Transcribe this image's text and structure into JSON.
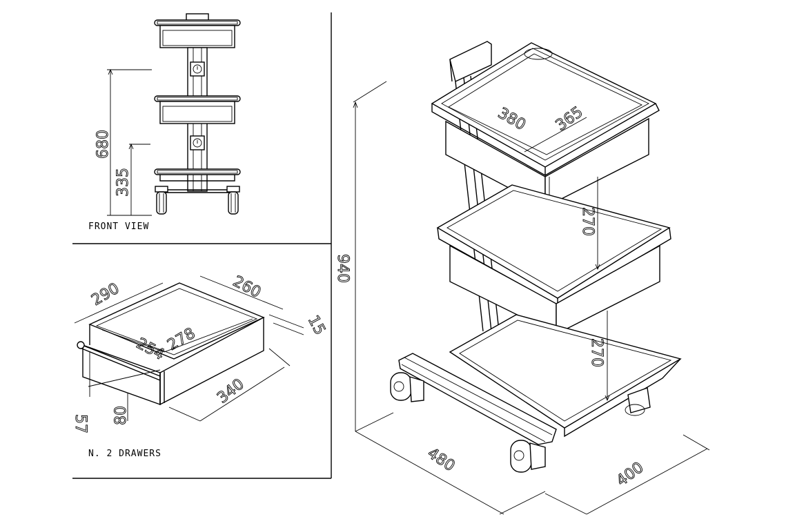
{
  "labels": {
    "front_view": "FRONT VIEW",
    "drawers": "N. 2 DRAWERS"
  },
  "front_view_dims": {
    "upper_height": "680",
    "lower_height": "335"
  },
  "drawer_dims": {
    "outer_depth": "290",
    "outer_width": "260",
    "inner_depth": "254",
    "inner_width": "278",
    "wall": "15",
    "front_width": "340",
    "height": "80",
    "front_height": "57"
  },
  "trolley_dims": {
    "total_height": "940",
    "tray_depth": "380",
    "tray_width": "365",
    "shelf_gap_upper": "270",
    "shelf_gap_lower": "270",
    "base_depth": "480",
    "base_width": "400"
  }
}
